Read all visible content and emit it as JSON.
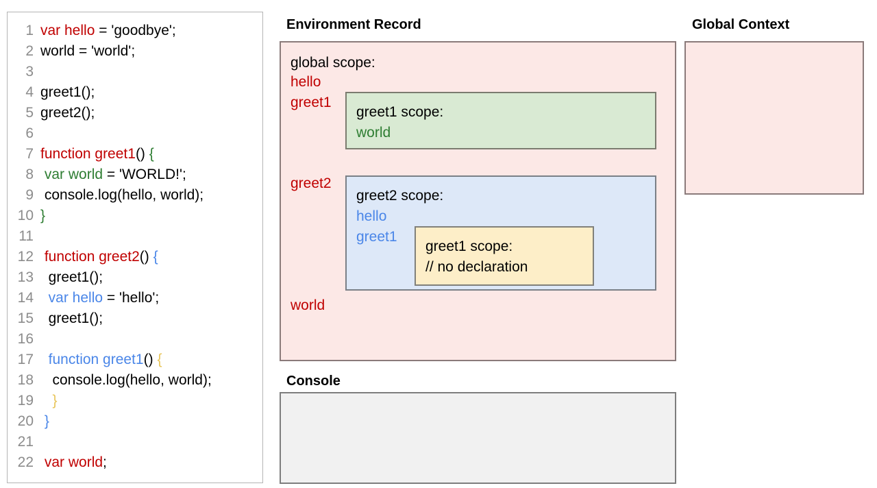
{
  "code_panel": {
    "lines": [
      {
        "num": "1",
        "tokens": [
          {
            "t": "var hello",
            "c": "red"
          },
          {
            "t": " = 'goodbye';",
            "c": "black"
          }
        ]
      },
      {
        "num": "2",
        "tokens": [
          {
            "t": "world = 'world';",
            "c": "black"
          }
        ]
      },
      {
        "num": "3",
        "tokens": [
          {
            "t": "",
            "c": "black"
          }
        ]
      },
      {
        "num": "4",
        "tokens": [
          {
            "t": "greet1();",
            "c": "black"
          }
        ]
      },
      {
        "num": "5",
        "tokens": [
          {
            "t": "greet2();",
            "c": "black"
          }
        ]
      },
      {
        "num": "6",
        "tokens": [
          {
            "t": "",
            "c": "black"
          }
        ]
      },
      {
        "num": "7",
        "tokens": [
          {
            "t": "function greet1",
            "c": "red"
          },
          {
            "t": "() ",
            "c": "black"
          },
          {
            "t": "{",
            "c": "green"
          }
        ]
      },
      {
        "num": "8",
        "tokens": [
          {
            "t": " ",
            "c": "black"
          },
          {
            "t": "var world",
            "c": "green"
          },
          {
            "t": " = 'WORLD!';",
            "c": "black"
          }
        ]
      },
      {
        "num": "9",
        "tokens": [
          {
            "t": " console.log(hello, world);",
            "c": "black"
          }
        ]
      },
      {
        "num": "10",
        "tokens": [
          {
            "t": "}",
            "c": "green"
          }
        ]
      },
      {
        "num": "11",
        "tokens": [
          {
            "t": "",
            "c": "black"
          }
        ]
      },
      {
        "num": "12",
        "tokens": [
          {
            "t": " ",
            "c": "black"
          },
          {
            "t": "function greet2",
            "c": "red"
          },
          {
            "t": "() ",
            "c": "black"
          },
          {
            "t": "{",
            "c": "blue"
          }
        ]
      },
      {
        "num": "13",
        "tokens": [
          {
            "t": "  greet1();",
            "c": "black"
          }
        ]
      },
      {
        "num": "14",
        "tokens": [
          {
            "t": "  ",
            "c": "black"
          },
          {
            "t": "var hello",
            "c": "blue"
          },
          {
            "t": " = 'hello';",
            "c": "black"
          }
        ]
      },
      {
        "num": "15",
        "tokens": [
          {
            "t": "  greet1();",
            "c": "black"
          }
        ]
      },
      {
        "num": "16",
        "tokens": [
          {
            "t": "",
            "c": "black"
          }
        ]
      },
      {
        "num": "17",
        "tokens": [
          {
            "t": "  ",
            "c": "black"
          },
          {
            "t": "function greet1",
            "c": "blue"
          },
          {
            "t": "() ",
            "c": "black"
          },
          {
            "t": "{",
            "c": "yellow"
          }
        ]
      },
      {
        "num": "18",
        "tokens": [
          {
            "t": "   console.log(hello, world);",
            "c": "black"
          }
        ]
      },
      {
        "num": "19",
        "tokens": [
          {
            "t": "   ",
            "c": "black"
          },
          {
            "t": "}",
            "c": "yellow"
          }
        ]
      },
      {
        "num": "20",
        "tokens": [
          {
            "t": " ",
            "c": "black"
          },
          {
            "t": "}",
            "c": "blue"
          }
        ]
      },
      {
        "num": "21",
        "tokens": [
          {
            "t": "",
            "c": "black"
          }
        ]
      },
      {
        "num": "22",
        "tokens": [
          {
            "t": " ",
            "c": "black"
          },
          {
            "t": "var world",
            "c": "red"
          },
          {
            "t": ";",
            "c": "black"
          }
        ]
      }
    ]
  },
  "environment_record": {
    "title": "Environment Record",
    "global_scope": {
      "label": "global scope:",
      "vars": [
        "hello",
        "greet1",
        "greet2",
        "world"
      ]
    },
    "greet1_scope": {
      "label": "greet1 scope:",
      "vars": [
        "world"
      ]
    },
    "greet2_scope": {
      "label": "greet2 scope:",
      "vars": [
        "hello",
        "greet1"
      ]
    },
    "nested_greet1_scope": {
      "label": "greet1 scope:",
      "comment": "// no declaration"
    }
  },
  "global_context": {
    "title": "Global Context",
    "entries": []
  },
  "console": {
    "title": "Console",
    "entries": []
  },
  "colors": {
    "red": "#c00000",
    "green": "#2e7d32",
    "blue": "#4a86e8",
    "yellow": "#e8c55a",
    "global_scope_bg": "#fce8e6",
    "greet1_scope_bg": "#d9ead3",
    "greet2_scope_bg": "#dde8f8",
    "nested_scope_bg": "#fdeec8",
    "console_bg": "#f1f1f1"
  }
}
